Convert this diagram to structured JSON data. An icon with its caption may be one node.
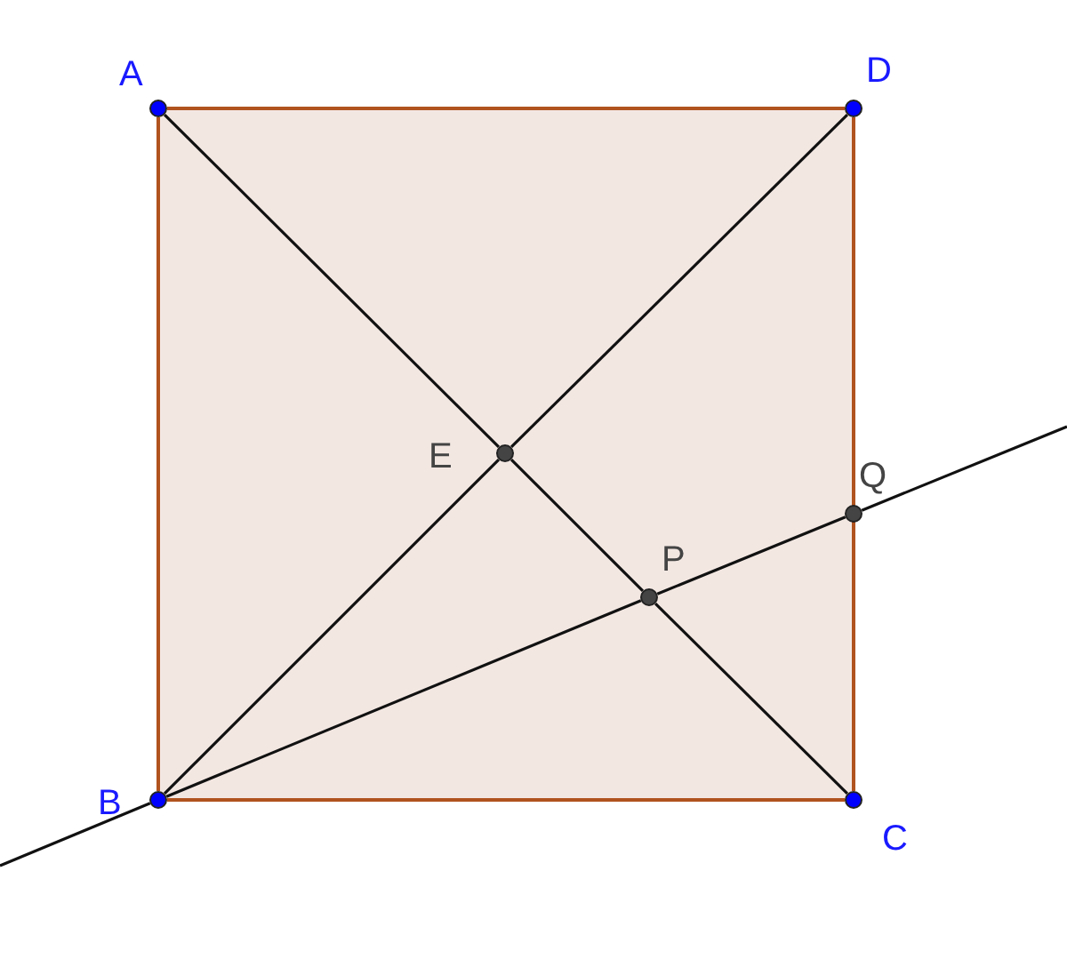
{
  "diagram": {
    "nodes": [
      {
        "text": [
          "A"
        ]
      },
      {
        "text": [
          "D"
        ]
      },
      {
        "text": [
          "E"
        ]
      },
      {
        "text": [
          "Q"
        ]
      },
      {
        "text": [
          "P"
        ]
      },
      {
        "text": [
          "B"
        ]
      },
      {
        "text": [
          "C"
        ]
      }
    ],
    "edges": [
      {
        "from": 0,
        "to": 1,
        "arrow": "none",
        "color": "#b0531e"
      },
      {
        "from": 1,
        "to": 6,
        "arrow": "none",
        "color": "#b0531e"
      },
      {
        "from": 6,
        "to": 5,
        "arrow": "none",
        "color": "#b0531e"
      },
      {
        "from": 5,
        "to": 0,
        "arrow": "none",
        "color": "#b0531e"
      },
      {
        "from": 0,
        "to": 2,
        "arrow": "none"
      },
      {
        "from": 2,
        "to": 4,
        "arrow": "none"
      },
      {
        "from": 4,
        "to": 6,
        "arrow": "none"
      },
      {
        "from": 1,
        "to": 2,
        "arrow": "none"
      },
      {
        "from": 2,
        "to": 5,
        "arrow": "none"
      },
      {
        "from": null,
        "to": 5,
        "arrow": "none"
      },
      {
        "from": 5,
        "to": 4,
        "arrow": "none"
      },
      {
        "from": 4,
        "to": 3,
        "arrow": "none"
      },
      {
        "from": 3,
        "to": null,
        "arrow": "none"
      }
    ]
  }
}
